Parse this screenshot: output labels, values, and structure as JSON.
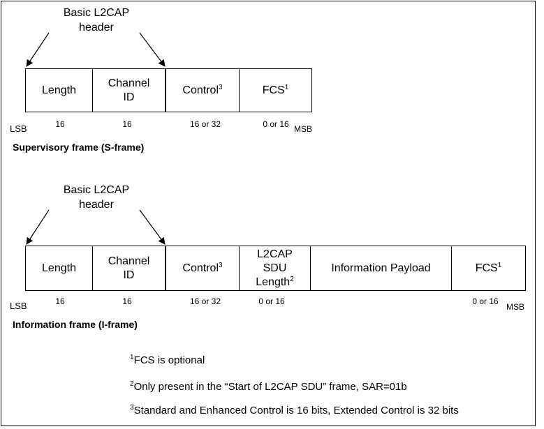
{
  "s_frame": {
    "header_label": [
      "Basic L2CAP",
      "header"
    ],
    "fields": [
      {
        "label": "Length",
        "sup": "",
        "bits": "16"
      },
      {
        "label": "Channel ID",
        "sup": "",
        "bits": "16"
      },
      {
        "label": "Control",
        "sup": "3",
        "bits": "16 or 32"
      },
      {
        "label": "FCS",
        "sup": "1",
        "bits": "0 or 16"
      }
    ],
    "lsb": "LSB",
    "msb": "MSB",
    "title": "Supervisory frame (S-frame)"
  },
  "i_frame": {
    "header_label": [
      "Basic L2CAP",
      "header"
    ],
    "fields": [
      {
        "label": "Length",
        "sup": "",
        "bits": "16"
      },
      {
        "label": "Channel ID",
        "sup": "",
        "bits": "16"
      },
      {
        "label": "Control",
        "sup": "3",
        "bits": "16 or 32"
      },
      {
        "label": "L2CAP SDU Length",
        "sup": "2",
        "bits": "0 or 16"
      },
      {
        "label": "Information Payload",
        "sup": "",
        "bits": ""
      },
      {
        "label": "FCS",
        "sup": "1",
        "bits": "0 or 16"
      }
    ],
    "lsb": "LSB",
    "msb": "MSB",
    "title": "Information frame (I-frame)"
  },
  "notes": [
    {
      "sup": "1",
      "text": "FCS is optional"
    },
    {
      "sup": "2",
      "text": "Only present in the “Start of L2CAP SDU” frame, SAR=01b"
    },
    {
      "sup": "3",
      "text": "Standard and Enhanced Control is 16 bits, Extended Control is 32 bits"
    }
  ]
}
